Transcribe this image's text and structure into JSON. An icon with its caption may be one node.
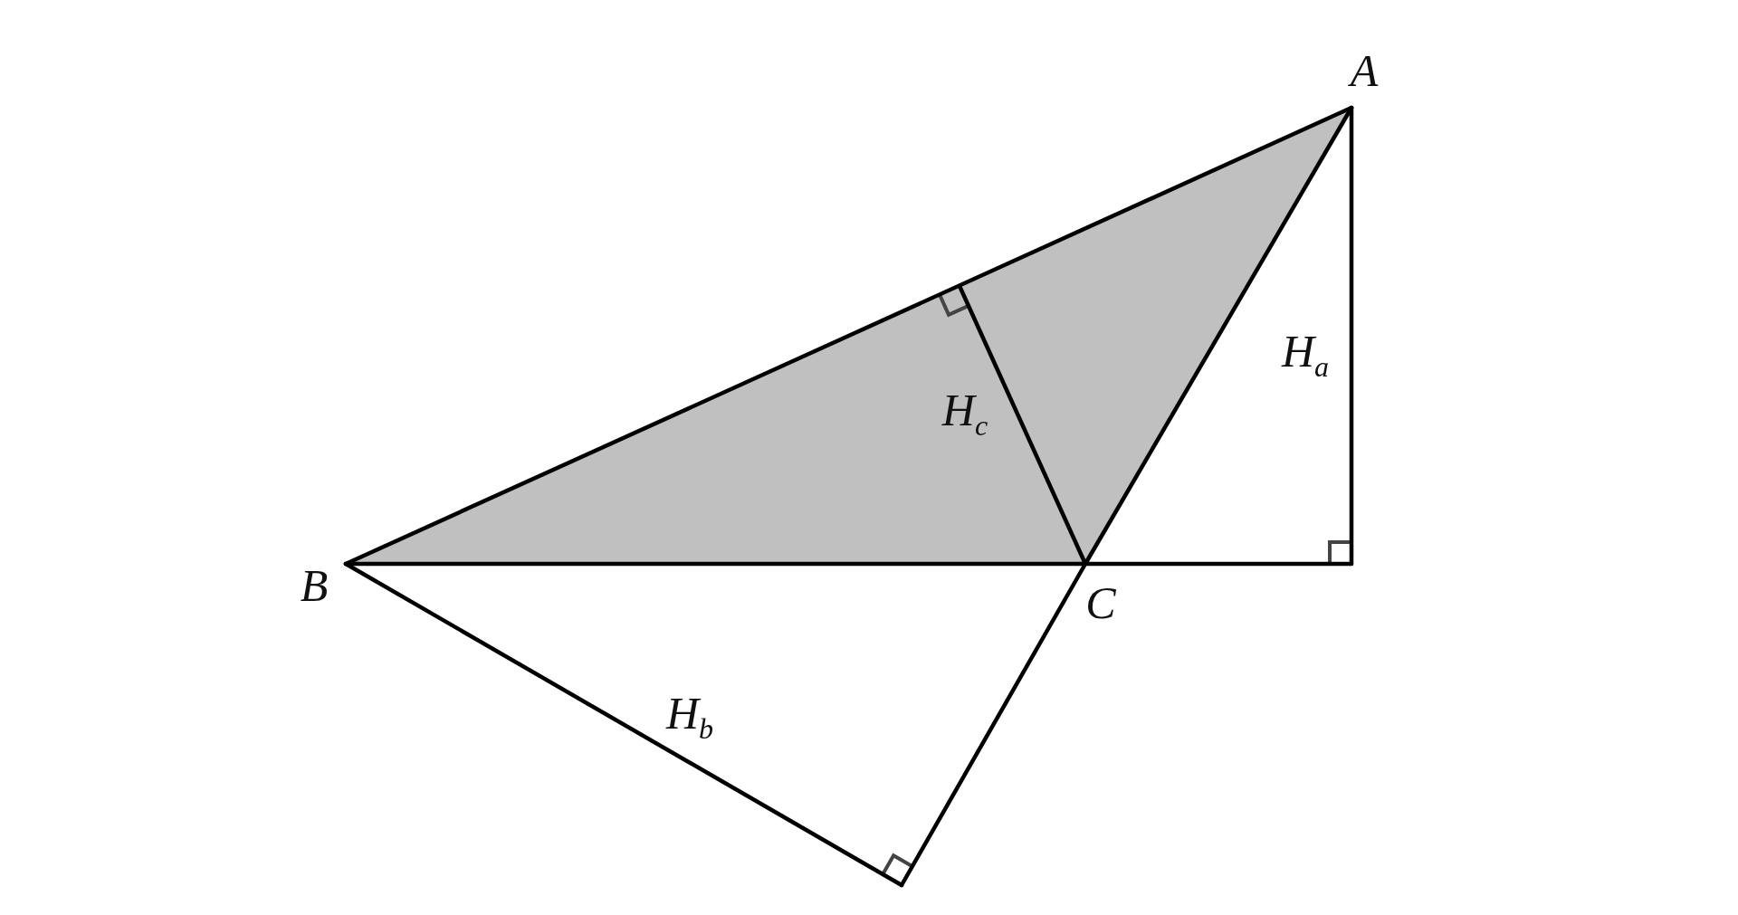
{
  "diagram": {
    "labels": [
      "A",
      "H$_{a}$",
      "H$_{c}$",
      "B",
      "C",
      "H$_{b}$"
    ]
  }
}
